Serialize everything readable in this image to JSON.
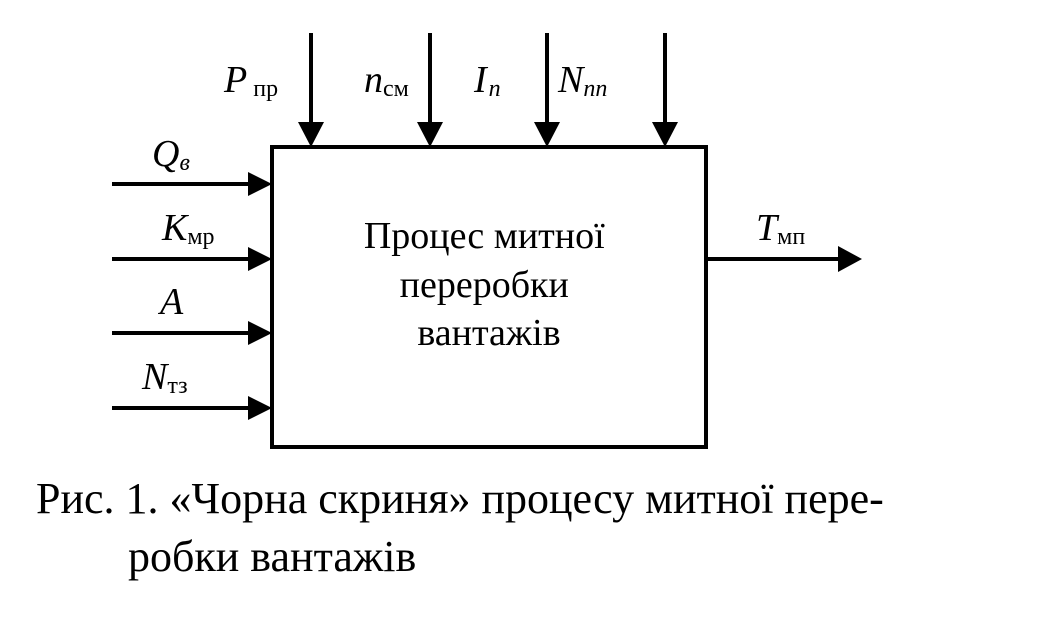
{
  "process_box": {
    "label_lines": [
      "Процес митної",
      "переробки",
      "вантажів"
    ]
  },
  "top_inputs": [
    {
      "main": "P",
      "sub": "пр"
    },
    {
      "main": "n",
      "sub": "см"
    },
    {
      "main": "I",
      "sub": "n"
    },
    {
      "main": "N",
      "sub": "nn"
    }
  ],
  "left_inputs": [
    {
      "main": "Q",
      "sub": "в"
    },
    {
      "main": "K",
      "sub": "мр"
    },
    {
      "main": "A",
      "sub": ""
    },
    {
      "main": "N",
      "sub": "тз"
    }
  ],
  "output": {
    "main": "T",
    "sub": "мп"
  },
  "caption": {
    "line1": "Рис. 1. «Чорна скриня» процесу митної пере-",
    "line2": "робки вантажів"
  }
}
